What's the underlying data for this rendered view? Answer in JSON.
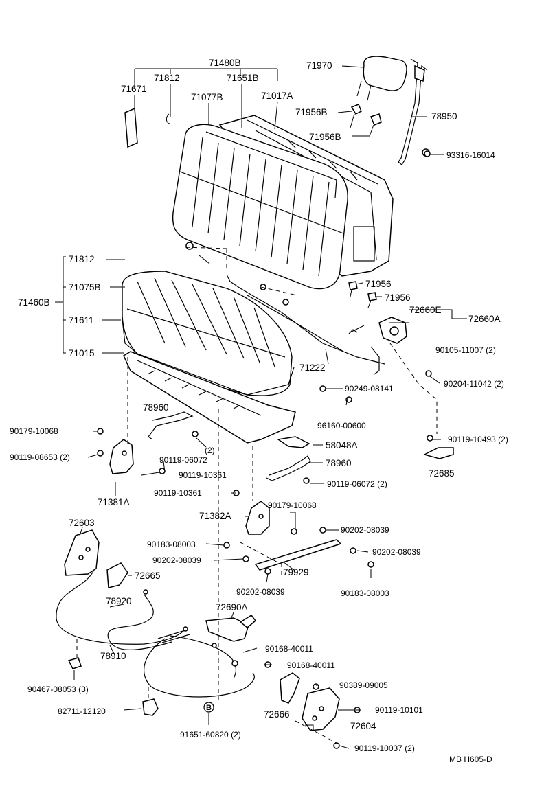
{
  "labels": {
    "p71480B": "71480B",
    "p71812a": "71812",
    "p71671": "71671",
    "p71077B": "71077B",
    "p71651B": "71651B",
    "p71017A": "71017A",
    "p71970": "71970",
    "p71956B_1": "71956B",
    "p71956B_2": "71956B",
    "p78950": "78950",
    "p93316": "93316-16014",
    "p71812b": "71812",
    "p71075B": "71075B",
    "p71460B": "71460B",
    "p71611": "71611",
    "p71015": "71015",
    "p71956_1": "71956",
    "p71956_2": "71956",
    "p72660E": "72660E",
    "p72660A": "72660A",
    "p71222": "71222",
    "p90105": "90105-11007 (2)",
    "p90204": "90204-11042 (2)",
    "p90249": "90249-08141",
    "p96160": "96160-00600",
    "p78960a": "78960",
    "p90179a": "90179-10068",
    "p90119_08653": "90119-08653 (2)",
    "p90119_06072a": "90119-06072",
    "p2a": "(2)",
    "p58048A": "58048A",
    "p90119_10493": "90119-10493 (2)",
    "p78960b": "78960",
    "p72685": "72685",
    "p90119_10361a": "90119-10361",
    "p90119_06072b": "90119-06072 (2)",
    "p71381A": "71381A",
    "p90119_10361b": "90119-10361",
    "p90179b": "90179-10068",
    "p72603": "72603",
    "p71382A": "71382A",
    "p90202a": "90202-08039",
    "p90183a": "90183-08003",
    "p90202b": "90202-08039",
    "p90202c": "90202-08039",
    "p79929": "79929",
    "p72665": "72665",
    "p90202d": "90202-08039",
    "p90183b": "90183-08003",
    "p78920": "78920",
    "p72690A": "72690A",
    "p90168a": "90168-40011",
    "p90168b": "90168-40011",
    "p78910": "78910",
    "p90467": "90467-08053 (3)",
    "p90389": "90389-09005",
    "p72666": "72666",
    "p90119_10101": "90119-10101",
    "p82711": "82711-12120",
    "p72604": "72604",
    "p91651": "91651-60820 (2)",
    "p90119_10037": "90119-10037 (2)",
    "circleB": "B",
    "footer": "MB  H605-D"
  }
}
